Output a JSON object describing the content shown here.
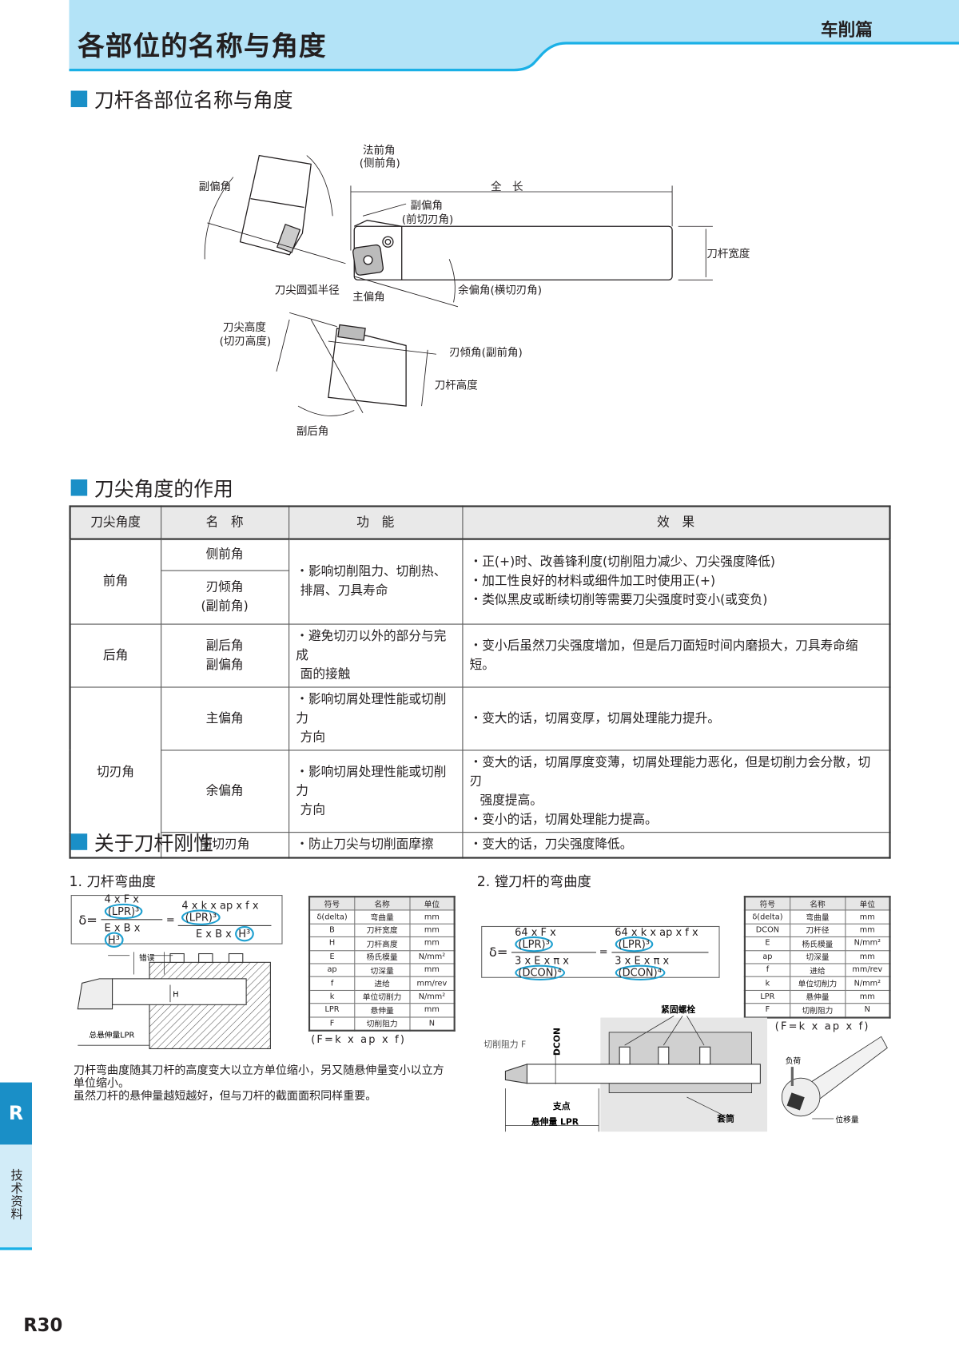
{
  "header": {
    "title": "各部位的名称与角度",
    "chapter": "车削篇",
    "band_color": "#b3e3f7",
    "accent_color": "#1ab0e6"
  },
  "section1": {
    "heading": "刀杆各部位名称与角度",
    "labels": {
      "normal_rake": "法前角",
      "normal_rake_sub": "(侧前角)",
      "minor_cutting_edge_left": "副偏角",
      "overall_length": "全　长",
      "end_cutting_edge": "副偏角",
      "end_cutting_edge_sub": "(前切刃角)",
      "shank_width": "刀杆宽度",
      "nose_radius": "刀尖圆弧半径",
      "major_cutting_edge": "主偏角",
      "approach_angle": "余偏角(横切刃角)",
      "tip_height": "刀尖高度",
      "tip_height_sub": "(切刃高度)",
      "inclination": "刃倾角(副前角)",
      "shank_height": "刀杆高度",
      "end_relief": "副后角"
    }
  },
  "section2": {
    "heading": "刀尖角度的作用",
    "columns": [
      "刀尖角度",
      "名　称",
      "功　能",
      "效　果"
    ],
    "groups": [
      {
        "angle": "前角",
        "names": [
          "侧前角",
          "刃倾角",
          "(副前角)"
        ],
        "function": [
          "・影响切削阻力、切削热、",
          "排屑、刀具寿命"
        ],
        "effect": [
          "・正(+)时、改善锋利度(切削阻力减少、刀尖强度降低)",
          "・加工性良好的材料或细件加工时使用正(+)",
          "・类似黑皮或断续切削等需要刀尖强度时变小(或变负)"
        ]
      },
      {
        "angle": "后角",
        "names": [
          "副后角",
          "副偏角"
        ],
        "function": [
          "・避免切刃以外的部分与完成",
          "面的接触"
        ],
        "effect": [
          "・变小后虽然刀尖强度增加，但是后刀面短时间内磨损大，刀具寿命缩短。"
        ]
      },
      {
        "angle": "切刃角",
        "rows": [
          {
            "name": "主偏角",
            "function": [
              "・影响切屑处理性能或切削力",
              "方向"
            ],
            "effect": [
              "・变大的话，切屑变厚，切屑处理能力提升。"
            ]
          },
          {
            "name": "余偏角",
            "function": [
              "・影响切屑处理性能或切削力",
              "方向"
            ],
            "effect": [
              "・变大的话，切屑厚度变薄，切屑处理能力恶化，但是切削力会分散，切刃",
              "强度提高。",
              "・变小的话，切屑处理能力提高。"
            ]
          },
          {
            "name": "前切刃角",
            "function": [
              "・防止刀尖与切削面摩擦"
            ],
            "effect": [
              "・变大的话，刀尖强度降低。"
            ]
          }
        ]
      }
    ]
  },
  "section3": {
    "heading": "关于刀杆刚性",
    "part1": {
      "title": "1. 刀杆弯曲度",
      "formula": {
        "lhs": "δ=",
        "n1a": "4 x F x ",
        "n1b": "(LPR)³",
        "d1a": "E x B x ",
        "d1b": "H³",
        "eq": "=",
        "n2a": "4 x k x ap x f x ",
        "n2b": "(LPR)³",
        "d2a": "E x B x ",
        "d2b": "H³"
      },
      "table": [
        [
          "符号",
          "名称",
          "单位"
        ],
        [
          "δ(delta)",
          "弯曲量",
          "mm"
        ],
        [
          "B",
          "刀杆宽度",
          "mm"
        ],
        [
          "H",
          "刀杆高度",
          "mm"
        ],
        [
          "E",
          "杨氏模量",
          "N/mm²"
        ],
        [
          "ap",
          "切深量",
          "mm"
        ],
        [
          "f",
          "进给",
          "mm/rev"
        ],
        [
          "k",
          "单位切削力",
          "N/mm²"
        ],
        [
          "LPR",
          "悬伸量",
          "mm"
        ],
        [
          "F",
          "切削阻力",
          "N"
        ]
      ],
      "caption": "(F=k x ap x f)",
      "diagram": {
        "error": "错误",
        "h": "H",
        "overhang": "总悬伸量LPR"
      },
      "note": [
        "刀杆弯曲度随其刀杆的高度变大以立方单位缩小，另又随悬伸量变小以立方",
        "单位缩小。",
        "虽然刀杆的悬伸量越短越好，但与刀杆的截面面积同样重要。"
      ]
    },
    "part2": {
      "title": "2. 镗刀杆的弯曲度",
      "formula": {
        "lhs": "δ=",
        "n1a": "64 x F x ",
        "n1b": "(LPR)³",
        "d1a": "3 x E x π x ",
        "d1b": "(DCON)⁴",
        "eq": "=",
        "n2a": "64 x k x ap x f x ",
        "n2b": "(LPR)³",
        "d2a": "3 x E x π x ",
        "d2b": "(DCON)⁴"
      },
      "table": [
        [
          "符号",
          "名称",
          "单位"
        ],
        [
          "δ(delta)",
          "弯曲量",
          "mm"
        ],
        [
          "DCON",
          "刀杆径",
          "mm"
        ],
        [
          "E",
          "杨氏模量",
          "N/mm²"
        ],
        [
          "ap",
          "切深量",
          "mm"
        ],
        [
          "f",
          "进给",
          "mm/rev"
        ],
        [
          "k",
          "单位切削力",
          "N/mm²"
        ],
        [
          "LPR",
          "悬伸量",
          "mm"
        ],
        [
          "F",
          "切削阻力",
          "N"
        ]
      ],
      "caption": "(F=k x ap x f)",
      "diagram": {
        "bolts": "紧固螺栓",
        "force": "切削阻力 F",
        "dcon": "DCON",
        "fulcrum": "支点",
        "overhang": "悬伸量 LPR",
        "sleeve": "套筒",
        "load": "负荷",
        "displacement": "位移量"
      }
    }
  },
  "side_tab": {
    "letter": "R",
    "label": "技术资料",
    "color": "#1a8fc7"
  },
  "page_number": "R30"
}
